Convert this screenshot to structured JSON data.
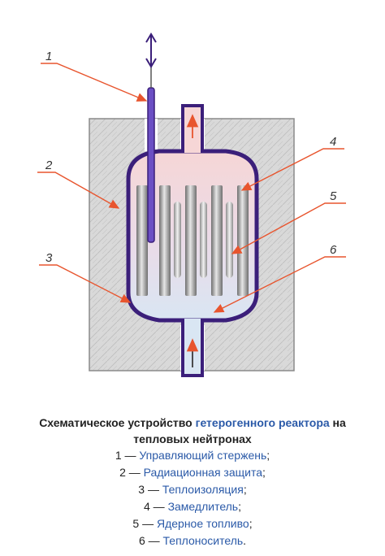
{
  "labels": {
    "l1": "1",
    "l2": "2",
    "l3": "3",
    "l4": "4",
    "l5": "5",
    "l6": "6"
  },
  "caption": {
    "title_prefix": "Схематическое устройство ",
    "title_link": "гетерогенного реактора",
    "title_suffix": " на тепловых нейтронах",
    "items": [
      {
        "num": "1 — ",
        "text": "Управляющий стержень",
        "end": ";"
      },
      {
        "num": "2 — ",
        "text": "Радиационная защита",
        "end": ";"
      },
      {
        "num": "3 — ",
        "text": "Теплоизоляция",
        "end": ";"
      },
      {
        "num": "4 — ",
        "text": "Замедлитель",
        "end": ";"
      },
      {
        "num": "5 — ",
        "text": "Ядерное топливо",
        "end": ";"
      },
      {
        "num": "6 — ",
        "text": "Теплоноситель",
        "end": "."
      }
    ]
  },
  "colors": {
    "vessel_outline": "#3b1f7a",
    "shielding_fill": "#d9d9d9",
    "top_fluid": "#f6d6d6",
    "bottom_fluid": "#d9e6f3",
    "leader_line": "#e8552e",
    "link_text": "#2b5aa8"
  }
}
